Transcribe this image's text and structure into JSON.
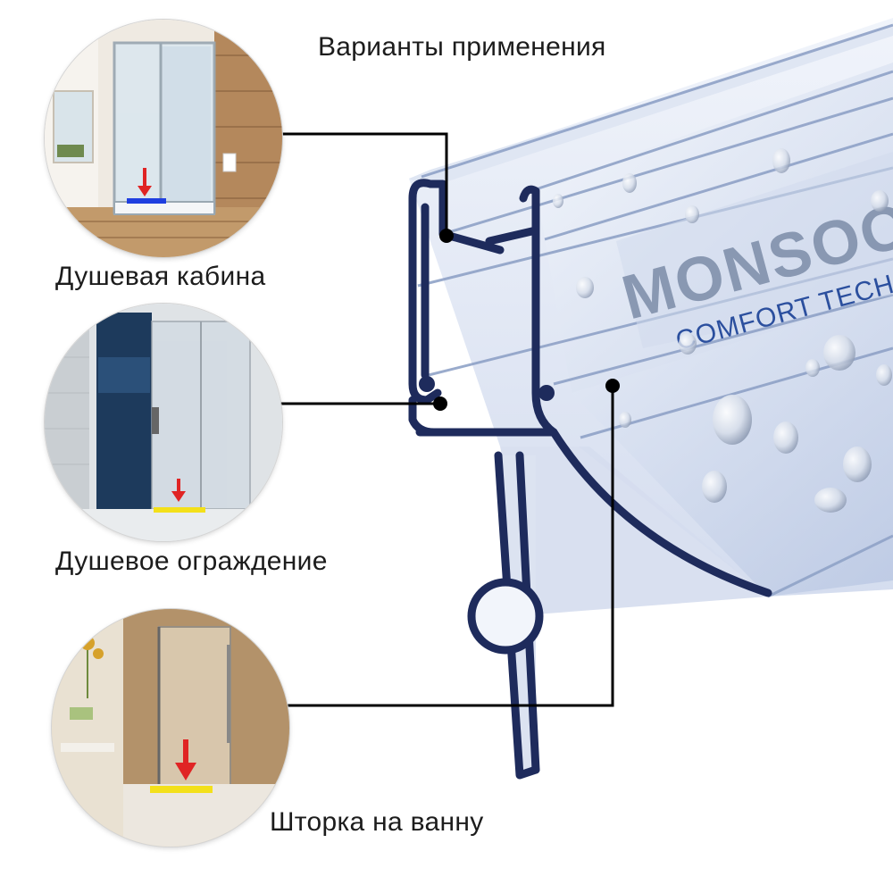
{
  "title": "Варианты применения",
  "applications": [
    {
      "label": "Душевая кабина",
      "icon": "shower-cabin-photo"
    },
    {
      "label": "Душевое ограждение",
      "icon": "glass-shower-enclosure-photo"
    },
    {
      "label": "Шторка на ванну",
      "icon": "bath-screen-photo"
    }
  ],
  "brand": {
    "name": "MONSOON",
    "tagline": "COMFORT TECHNOLOGY"
  },
  "colors": {
    "profile_outline": "#1e2b5c",
    "profile_fill": "#dfe6f3",
    "connector": "#000000",
    "marker_arrow": "#e02424",
    "seal_strip_cabin": "#1f3fe0",
    "seal_strip_enclosure": "#f3e01a",
    "brand_text": "#2b4f9e"
  }
}
